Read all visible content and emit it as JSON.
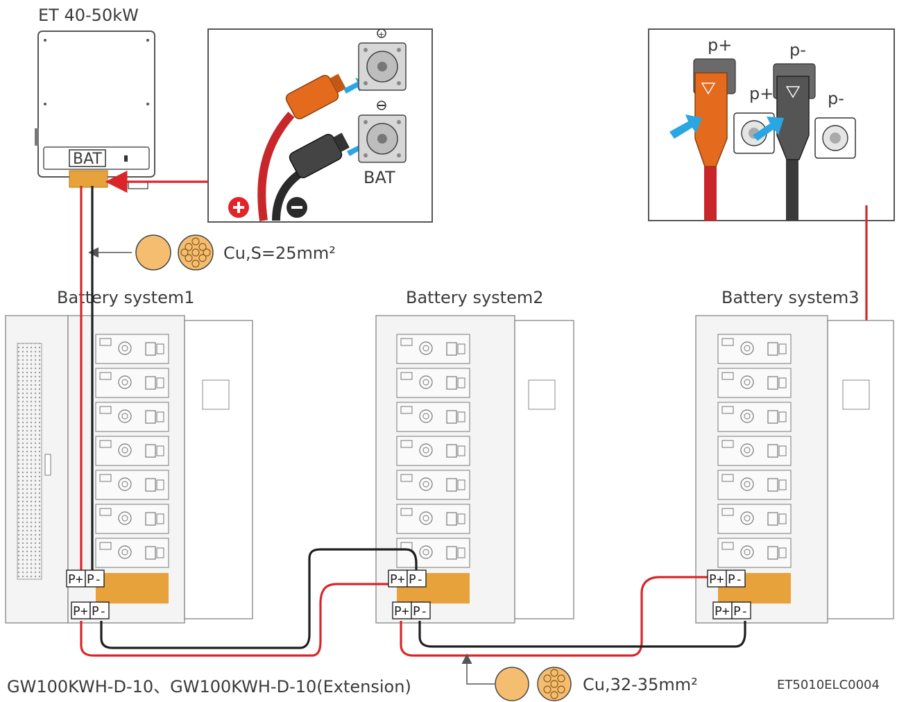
{
  "inverter": {
    "title": "ET 40-50kW",
    "port_label": "BAT"
  },
  "bat_detail": {
    "label": "BAT"
  },
  "connector_detail": {
    "labels": [
      "p+",
      "p-",
      "p+",
      "p-"
    ]
  },
  "cable_spec_top": "Cu,S=25mm²",
  "cable_spec_bottom": "Cu,32-35mm²",
  "battery_systems": [
    {
      "name": "Battery system1",
      "terminals_upper": [
        "P+",
        "P-"
      ],
      "terminals_lower": [
        "P+",
        "P-"
      ]
    },
    {
      "name": "Battery system2",
      "terminals_upper": [
        "P+",
        "P-"
      ],
      "terminals_lower": [
        "P+",
        "P-"
      ]
    },
    {
      "name": "Battery system3",
      "terminals_upper": [
        "P+",
        "P-"
      ],
      "terminals_lower": [
        "P+",
        "P-"
      ]
    }
  ],
  "model_caption": "GW100KWH-D-10、GW100KWH-D-10(Extension)",
  "figure_code": "ET5010ELC0004",
  "colors": {
    "positive": "#d8262a",
    "negative": "#1e1e1e",
    "copper": "#f5bd6f",
    "connector_orange": "#e46b1e",
    "arrow_blue": "#2aa6e3"
  }
}
